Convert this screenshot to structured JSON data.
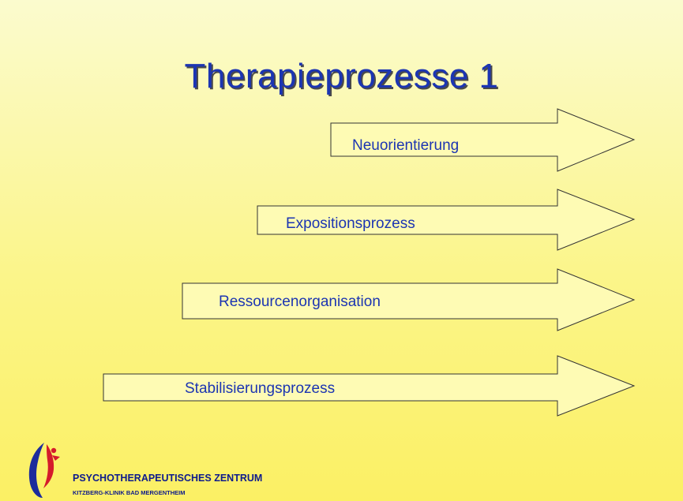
{
  "slide": {
    "title": "Therapieprozesse 1",
    "arrows": [
      {
        "label": "Neuorientierung"
      },
      {
        "label": "Expositionsprozess"
      },
      {
        "label": "Ressourcenorganisation"
      },
      {
        "label": "Stabilisierungsprozess"
      }
    ]
  },
  "footer": {
    "org_name": "PSYCHOTHERAPEUTISCHES ZENTRUM",
    "org_sub": "KITZBERG-KLINIK BAD MERGENTHEIM",
    "logo_icon": "clinic-logo-icon"
  },
  "colors": {
    "title": "#1c35b2",
    "text": "#1c35b2",
    "arrow_fill": "#fefbb4",
    "arrow_stroke": "#333333",
    "logo_red": "#d51b2b",
    "logo_blue": "#1c2c9c"
  }
}
